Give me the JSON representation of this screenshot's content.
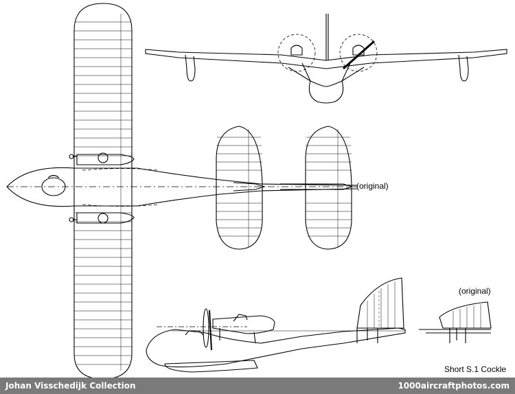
{
  "labels": {
    "plan_tail_variant": "(original)",
    "side_tail_variant": "(original)",
    "aircraft_name": "Short S.1 Cockle"
  },
  "footer": {
    "collection": "Johan Visschedijk Collection",
    "website": "1000aircraftphotos.com"
  }
}
